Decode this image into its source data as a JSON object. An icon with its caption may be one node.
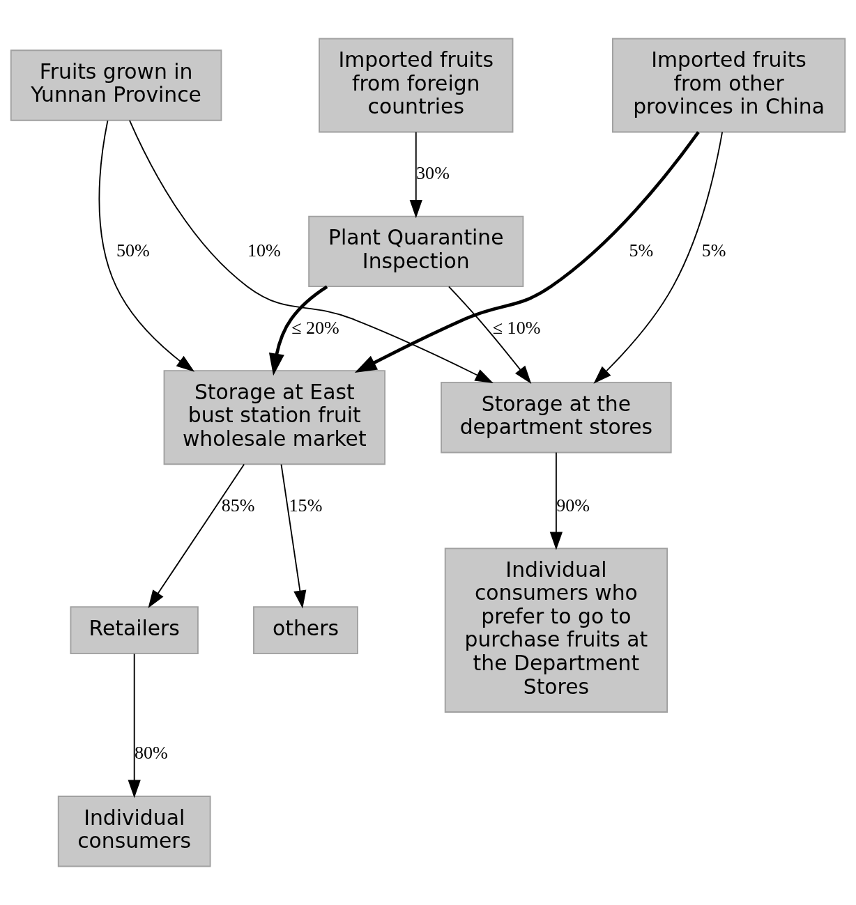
{
  "diagram": {
    "nodes": [
      {
        "text": [
          "Fruits grown in Yunnan Province"
        ]
      },
      {
        "text": [
          "Imported fruits from other provinces in China"
        ]
      },
      {
        "text": [
          "Imported fruits from foreign countries"
        ]
      },
      {
        "text": [
          "Plant Quarantine Inspection"
        ]
      },
      {
        "text": [
          "Storage at East bust station fruit wholesale market"
        ]
      },
      {
        "text": [
          "Storage at the department stores"
        ]
      },
      {
        "text": [
          "Retailers"
        ]
      },
      {
        "text": [
          "others"
        ]
      },
      {
        "text": [
          "Individual consumers"
        ]
      },
      {
        "text": [
          "Individual consumers who prefer to go to purchase fruits at the Department Stores"
        ]
      }
    ],
    "edges": [
      {
        "from": 0,
        "to": 4,
        "arrow": "to",
        "label": "50%"
      },
      {
        "from": 0,
        "to": 5,
        "arrow": "to",
        "label": "10%"
      },
      {
        "from": 1,
        "to": 4,
        "arrow": "to",
        "label": "5%",
        "style": "thick"
      },
      {
        "from": 1,
        "to": 5,
        "arrow": "to",
        "label": "5%"
      },
      {
        "from": 2,
        "to": 3,
        "arrow": "to",
        "label": "30%"
      },
      {
        "from": 3,
        "to": 4,
        "arrow": "to",
        "label": "≤ 20%",
        "style": "thick"
      },
      {
        "from": 3,
        "to": 5,
        "arrow": "to",
        "label": "≤ 10%"
      },
      {
        "from": 4,
        "to": 6,
        "arrow": "to",
        "label": "85%"
      },
      {
        "from": 4,
        "to": 7,
        "arrow": "to",
        "label": "15%"
      },
      {
        "from": 6,
        "to": 8,
        "arrow": "to",
        "label": "80%"
      },
      {
        "from": 5,
        "to": 9,
        "arrow": "to",
        "label": "90%"
      }
    ]
  }
}
